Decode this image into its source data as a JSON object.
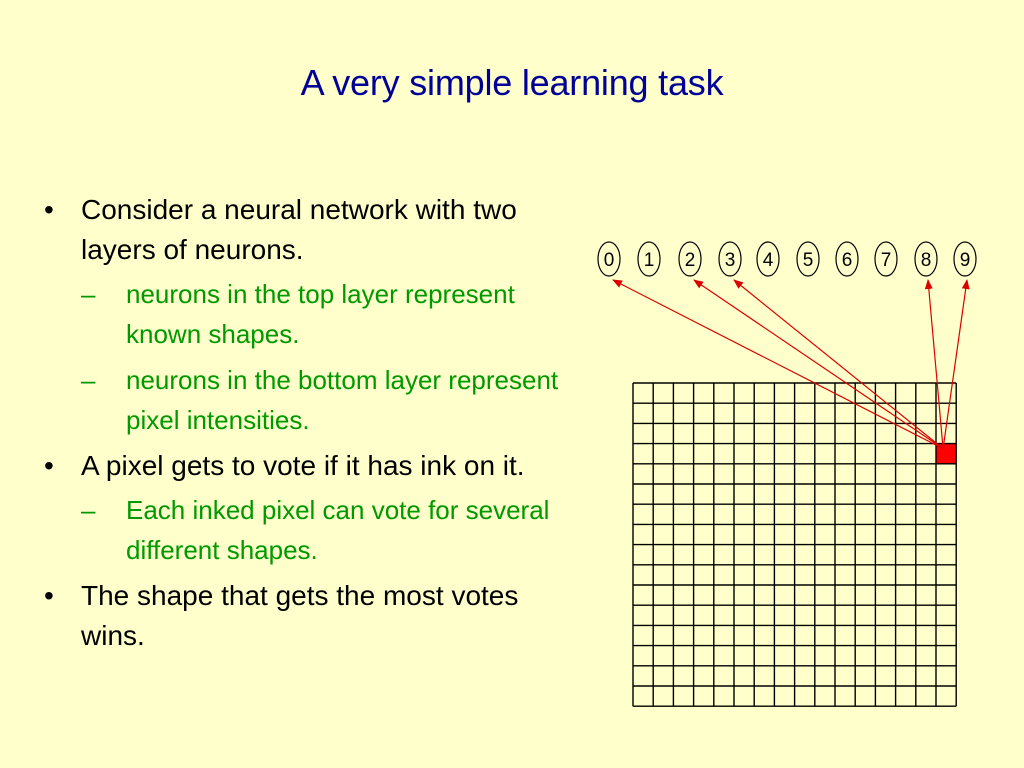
{
  "slide": {
    "title": "A very simple learning task"
  },
  "bullets": [
    {
      "text": "Consider a neural network with two layers of neurons.",
      "subs": [
        "neurons in the top layer represent known shapes.",
        " neurons in the bottom layer represent pixel intensities."
      ]
    },
    {
      "text": "A pixel gets to vote if it has ink on it.",
      "subs": [
        "Each inked pixel can vote for several different shapes."
      ]
    },
    {
      "text": "The shape that gets the most votes wins.",
      "subs": []
    }
  ],
  "diagram": {
    "output_units": [
      "0",
      "1",
      "2",
      "3",
      "4",
      "5",
      "6",
      "7",
      "8",
      "9"
    ],
    "grid": {
      "rows": 16,
      "cols": 16,
      "inked_cell": {
        "row": 3,
        "col": 15
      }
    },
    "vote_targets": [
      "0",
      "2",
      "3",
      "8",
      "9"
    ],
    "colors": {
      "background": "#ffffcc",
      "title": "#000099",
      "sub_bullet": "#009900",
      "ink": "#ff0000",
      "arrow": "#dd0000"
    }
  }
}
